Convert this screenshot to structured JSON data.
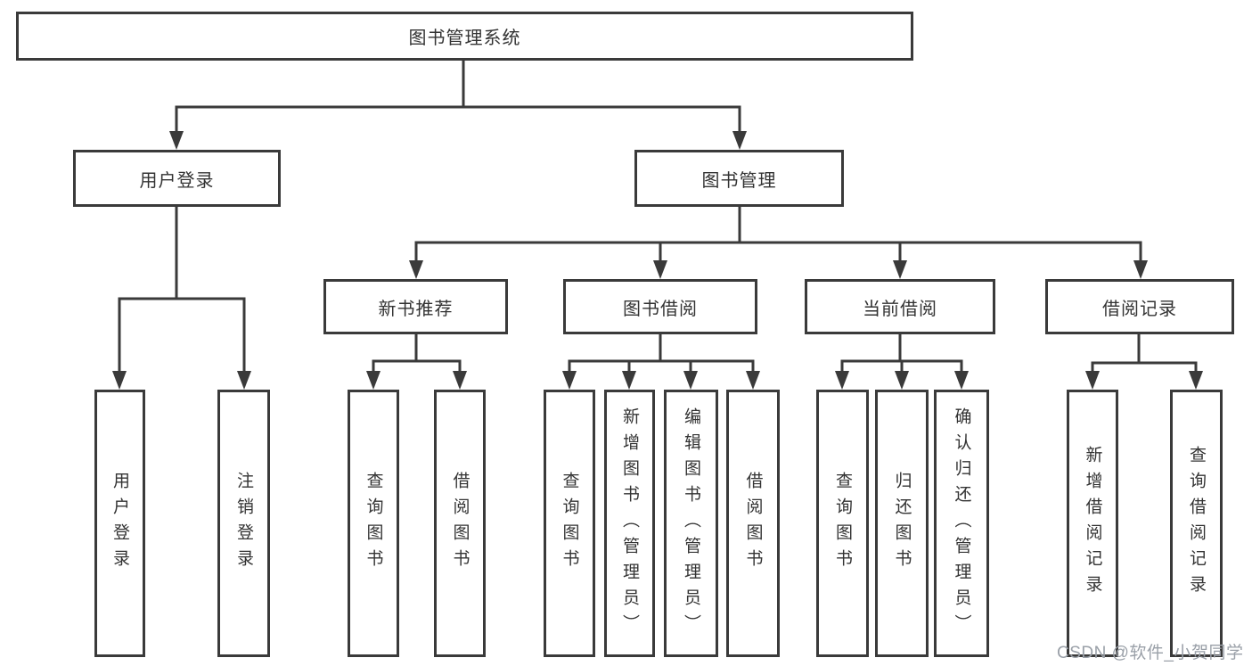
{
  "diagram_type": "hierarchy-tree",
  "tree": {
    "root": "图书管理系统",
    "children": [
      {
        "label": "用户登录",
        "children": [
          "用户登录",
          "注销登录"
        ]
      },
      {
        "label": "图书管理",
        "children": [
          {
            "label": "新书推荐",
            "children": [
              "查询图书",
              "借阅图书"
            ]
          },
          {
            "label": "图书借阅",
            "children": [
              "查询图书",
              "新增图书（管理员）",
              "编辑图书（管理员）",
              "借阅图书"
            ]
          },
          {
            "label": "当前借阅",
            "children": [
              "查询图书",
              "归还图书",
              "确认归还（管理员）"
            ]
          },
          {
            "label": "借阅记录",
            "children": [
              "新增借阅记录",
              "查询借阅记录"
            ]
          }
        ]
      }
    ]
  },
  "watermark": "CSDN @软件_小贺同学",
  "colors": {
    "background": "#ffffff",
    "line": "#3a3a3a",
    "box_border": "#3a3a3a",
    "text": "#333333",
    "watermark": "#9aa0a8"
  }
}
